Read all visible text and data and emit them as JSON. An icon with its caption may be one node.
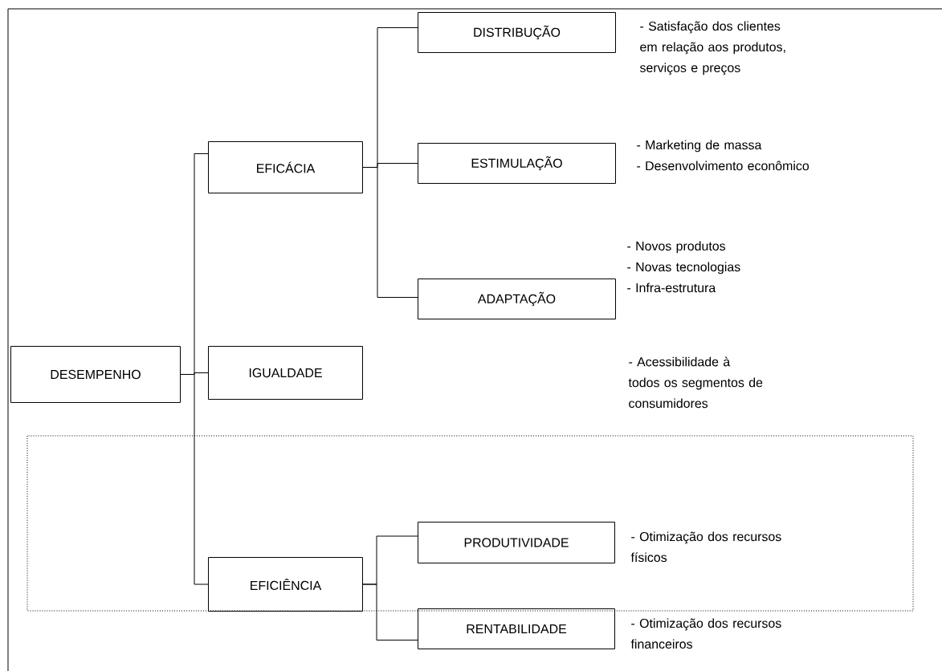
{
  "diagram": {
    "nodes": [
      {
        "text": [
          "DESEMPENHO"
        ]
      },
      {
        "text": [
          "EFICÁCIA"
        ]
      },
      {
        "text": [
          "DISTRIBUÇÃO"
        ],
        "beside": [
          "- Satisfação dos clientes em relação aos produtos, serviços e preços"
        ]
      },
      {
        "text": [
          "ESTIMULAÇÃO"
        ],
        "beside": [
          "- Marketing de massa",
          "- Desenvolvimento econômico"
        ]
      },
      {
        "text": [
          "ADAPTAÇÃO"
        ],
        "beside": [
          "- Novos produtos",
          "- Novas tecnologias",
          "- Infra-estrutura"
        ]
      },
      {
        "text": [
          "IGUALDADE"
        ]
      },
      {
        "text": [
          "EFICIÊNCIA"
        ]
      },
      {
        "text": [
          "PRODUTIVIDADE"
        ],
        "beside": [
          "- Otimização dos recursos físicos"
        ]
      },
      {
        "text": [
          "RENTABILIDADE"
        ],
        "beside": [
          "- Otimização dos recursos financeiros"
        ]
      }
    ],
    "edges": [
      {
        "from": 0,
        "to": 1,
        "arrow": "none"
      },
      {
        "from": 0,
        "to": 5,
        "arrow": "none"
      },
      {
        "from": 0,
        "to": 6,
        "arrow": "none"
      },
      {
        "from": 1,
        "to": 2,
        "arrow": "none"
      },
      {
        "from": 1,
        "to": 3,
        "arrow": "none"
      },
      {
        "from": 1,
        "to": 4,
        "arrow": "none"
      },
      {
        "from": 6,
        "to": 7,
        "arrow": "none"
      },
      {
        "from": 6,
        "to": 8,
        "arrow": "none"
      }
    ],
    "labels": [
      "- Acessibilidade à todos os segmentos de consumidores"
    ]
  }
}
